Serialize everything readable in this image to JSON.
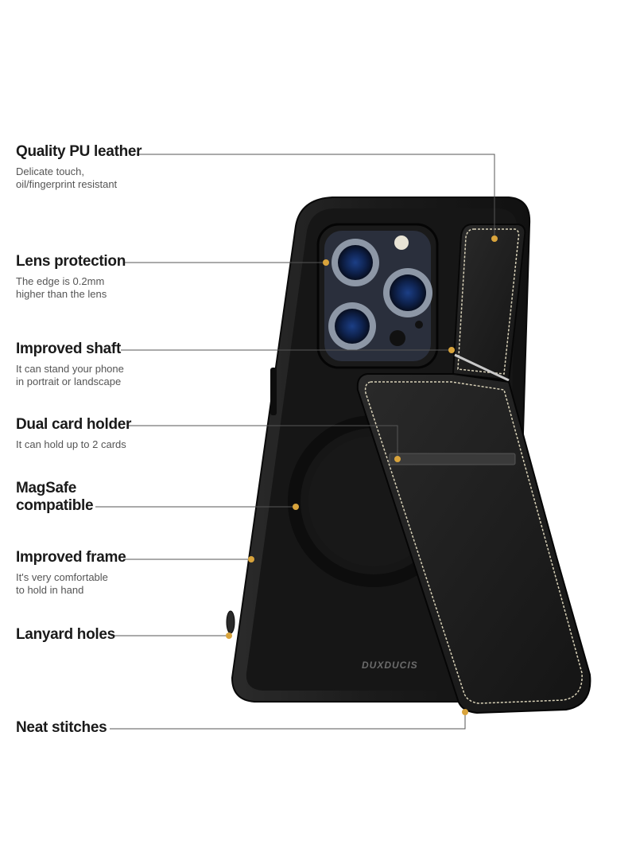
{
  "features": [
    {
      "title": "Quality PU leather",
      "desc_lines": [
        "Delicate touch,",
        "oil/fingerprint resistant"
      ]
    },
    {
      "title": "Lens protection",
      "desc_lines": [
        "The edge is 0.2mm",
        "higher than the lens"
      ]
    },
    {
      "title": "Improved shaft",
      "desc_lines": [
        "It can stand your phone",
        "in portrait or landscape"
      ]
    },
    {
      "title": "Dual card holder",
      "desc_lines": [
        "It can hold up to 2 cards"
      ]
    },
    {
      "title_lines": [
        "MagSafe",
        "compatible"
      ]
    },
    {
      "title": "Improved frame",
      "desc_lines": [
        "It's very comfortable",
        "to hold in hand"
      ]
    },
    {
      "title": "Lanyard holes"
    },
    {
      "title": "Neat stitches"
    }
  ],
  "product": {
    "brand": "DUXDUCIS",
    "description": "Black phone case with PU leather kickstand card holder",
    "case_color": "#1e1e1e",
    "accent_color": "#d9a43c",
    "leader_line_color": "#555555"
  }
}
